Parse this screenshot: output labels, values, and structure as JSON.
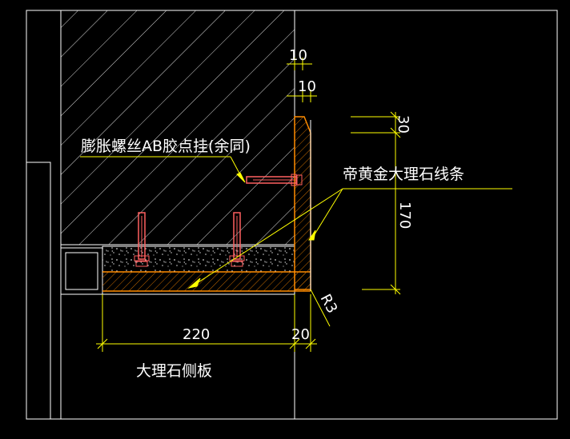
{
  "drawing": {
    "labels": {
      "bolt": "膨胀螺丝AB胶点挂(余同)",
      "marble_trim": "帝黄金大理石线条",
      "side_panel": "大理石侧板"
    },
    "dimensions": {
      "top_offset_1": "10",
      "top_offset_2": "10",
      "vertical_small": "30",
      "vertical_large": "170",
      "radius": "R3",
      "horizontal_large": "220",
      "horizontal_small": "20"
    },
    "colors": {
      "background": "#000000",
      "outline": "#ffffff",
      "dimension": "#ffff00",
      "hatch": "#ffffff",
      "marble_stripe": "#ff8c00",
      "bolt": "#ff6060"
    },
    "icons": {
      "bolt": "expansion-bolt-icon",
      "concrete": "concrete-fill-pattern",
      "hatch": "diagonal-hatch-pattern"
    }
  }
}
